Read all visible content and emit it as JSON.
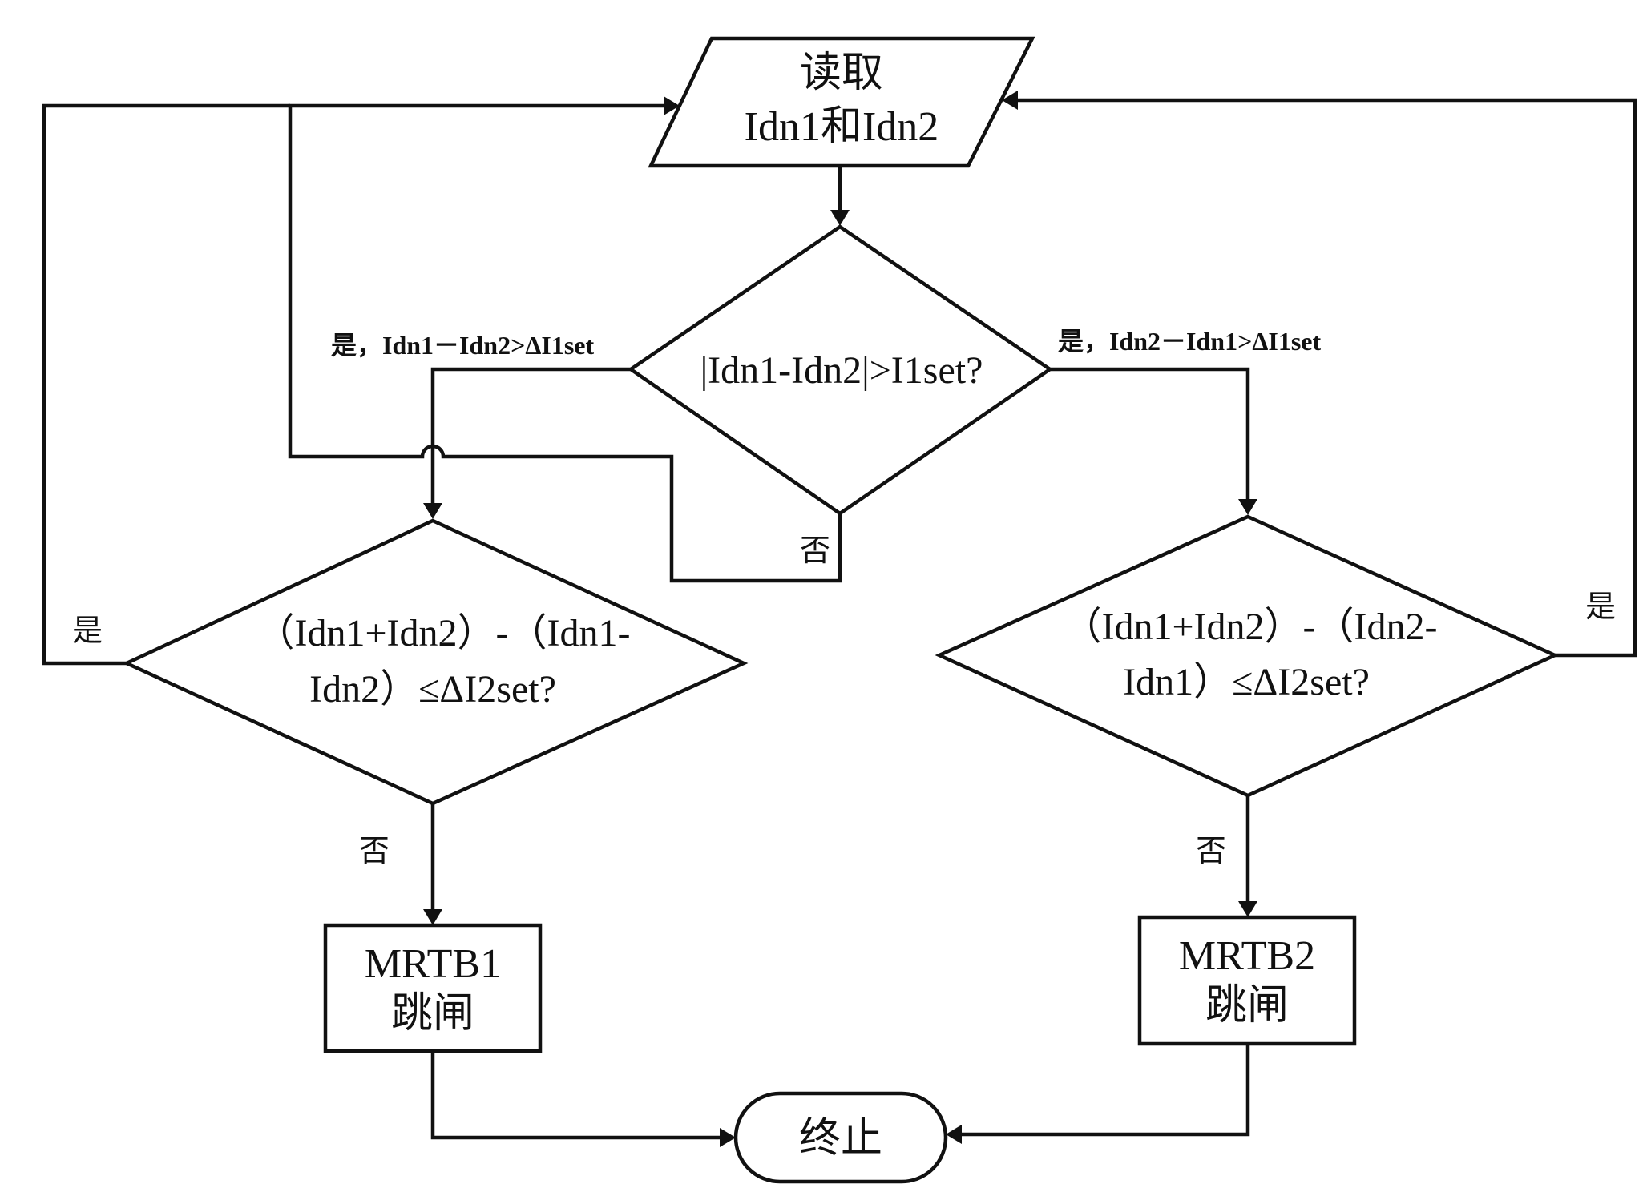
{
  "nodes": {
    "read": {
      "line1": "读取",
      "line2": "Idn1和Idn2"
    },
    "decision_main": {
      "text": "|Idn1-Idn2|>I1set?"
    },
    "decision_left": {
      "line1": "（Idn1+Idn2）-（Idn1-",
      "line2": "Idn2）≤ΔI2set?"
    },
    "decision_right": {
      "line1": "（Idn1+Idn2）-（Idn2-",
      "line2": "Idn1）≤ΔI2set?"
    },
    "trip1": {
      "line1": "MRTB1",
      "line2": "跳闸"
    },
    "trip2": {
      "line1": "MRTB2",
      "line2": "跳闸"
    },
    "end": {
      "text": "终止"
    }
  },
  "labels": {
    "main_yes_left": "是，Idn1－Idn2>ΔI1set",
    "main_yes_right": "是，Idn2－Idn1>ΔI1set",
    "main_no": "否",
    "left_yes": "是",
    "left_no": "否",
    "right_yes": "是",
    "right_no": "否"
  }
}
